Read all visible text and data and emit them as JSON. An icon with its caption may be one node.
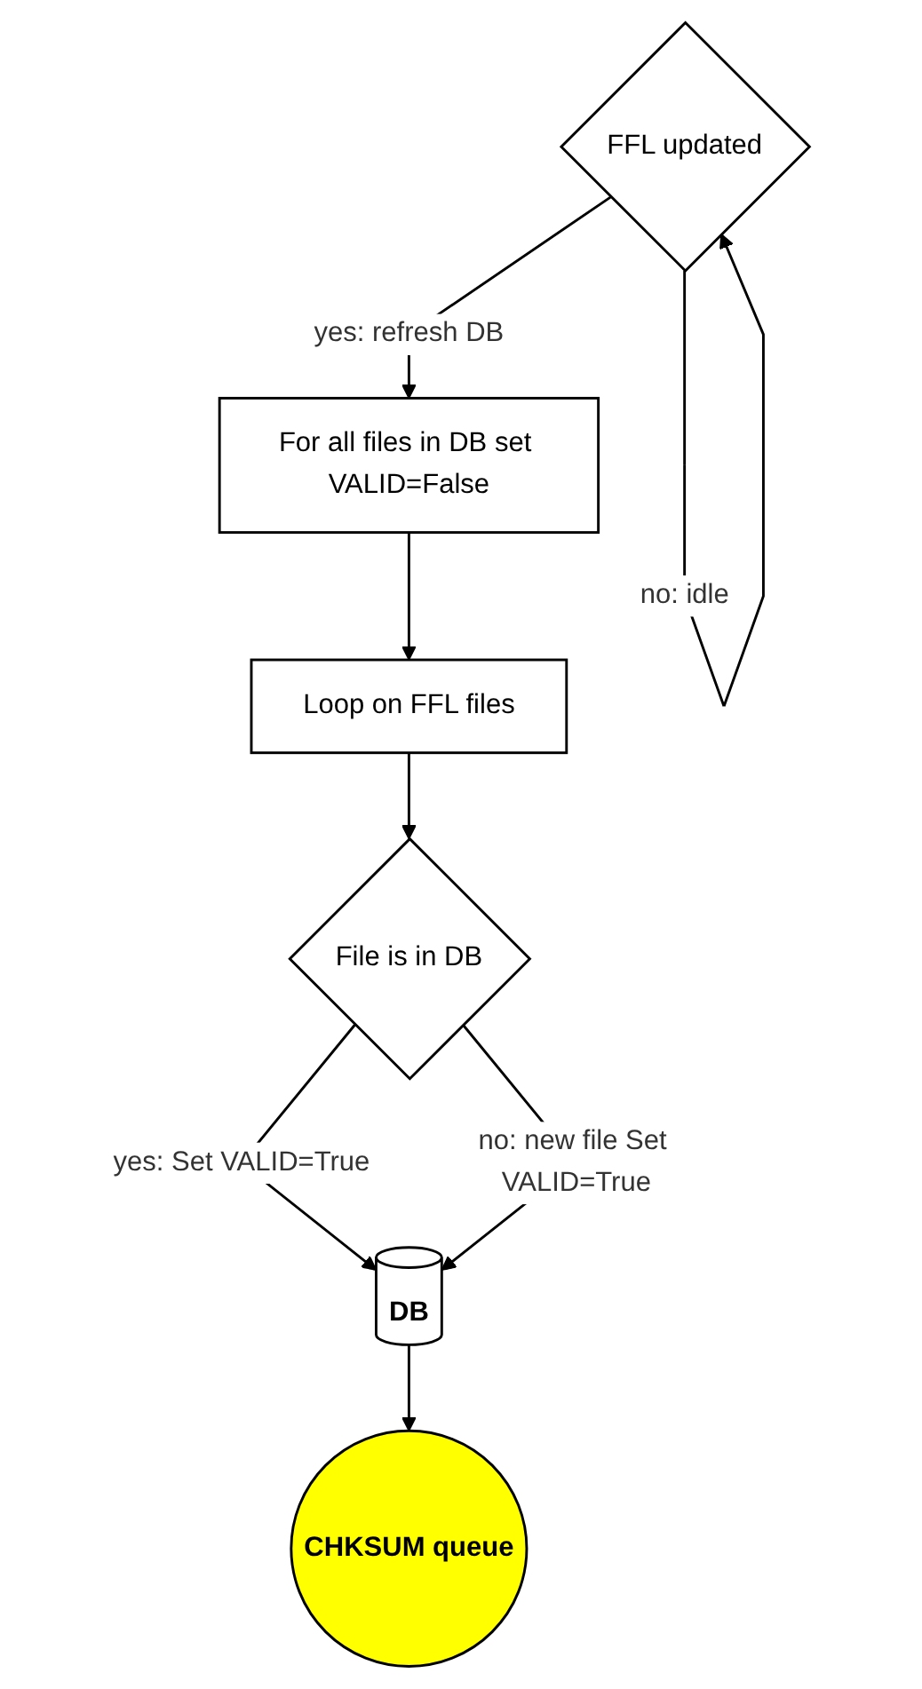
{
  "diagram": {
    "nodes": [
      {
        "text": [
          "FFL updated"
        ]
      },
      {
        "text": [
          "For all files in DB set VALID=False"
        ]
      },
      {
        "text": [
          "Loop on FFL files"
        ]
      },
      {
        "text": [
          "File is in DB"
        ]
      },
      {
        "text": [
          "DB"
        ]
      },
      {
        "text": [
          "CHKSUM queue"
        ]
      }
    ],
    "edges": [
      {
        "from": 0,
        "to": 0,
        "arrow": "to",
        "label": "no: idle"
      },
      {
        "from": 0,
        "to": 1,
        "arrow": "to",
        "label": "yes: refresh DB"
      },
      {
        "from": 1,
        "to": 2,
        "arrow": "to"
      },
      {
        "from": 2,
        "to": 3,
        "arrow": "to"
      },
      {
        "from": 3,
        "to": 4,
        "arrow": "to",
        "label": "yes: Set VALID=True"
      },
      {
        "from": 3,
        "to": 4,
        "arrow": "to",
        "label": "no: new file Set VALID=True"
      },
      {
        "from": 4,
        "to": 5,
        "arrow": "to"
      }
    ]
  }
}
